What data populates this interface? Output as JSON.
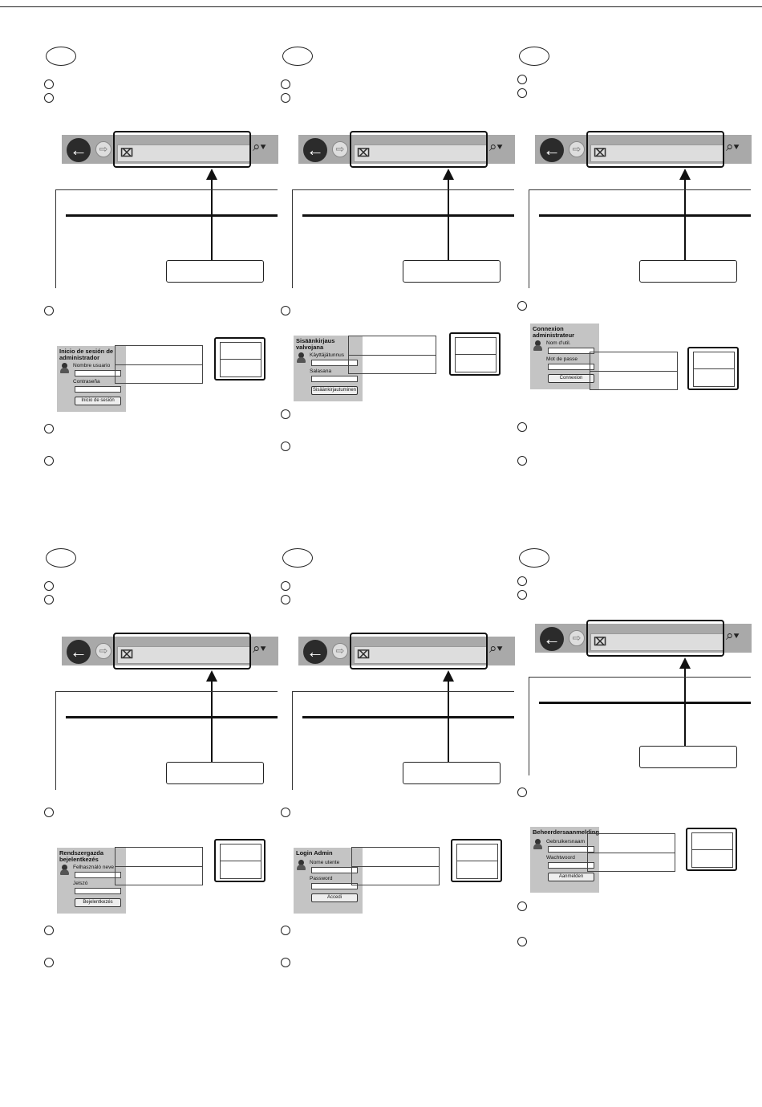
{
  "browser_icons": {
    "back": "arrow-left-icon",
    "forward": "arrow-right-icon",
    "address": "page-icon",
    "search": "search-icon"
  },
  "panels": [
    {
      "login": {
        "title": "Inicio de sesión de administrador",
        "user_label": "Nombre usuario",
        "pass_label": "Contraseña",
        "button": "Inicio de sesión"
      }
    },
    {
      "login": {
        "title": "Sisäänkirjaus valvojana",
        "user_label": "Käyttäjätunnus",
        "pass_label": "Salasana",
        "button": "Sisäänkirjautuminen"
      }
    },
    {
      "login": {
        "title": "Connexion administrateur",
        "user_label": "Nom d'util.",
        "pass_label": "Mot de passe",
        "button": "Connexion"
      }
    },
    {
      "login": {
        "title": "Rendszergazda bejelentkezés",
        "user_label": "Felhasználó neve",
        "pass_label": "Jelszó",
        "button": "Bejelentkezés"
      }
    },
    {
      "login": {
        "title": "Login Admin",
        "user_label": "Nome utente",
        "pass_label": "Password",
        "button": "Accedi"
      }
    },
    {
      "login": {
        "title": "Beheerdersaanmelding",
        "user_label": "Gebruikersnaam",
        "pass_label": "Wachtwoord",
        "button": "Aanmelden"
      }
    }
  ]
}
